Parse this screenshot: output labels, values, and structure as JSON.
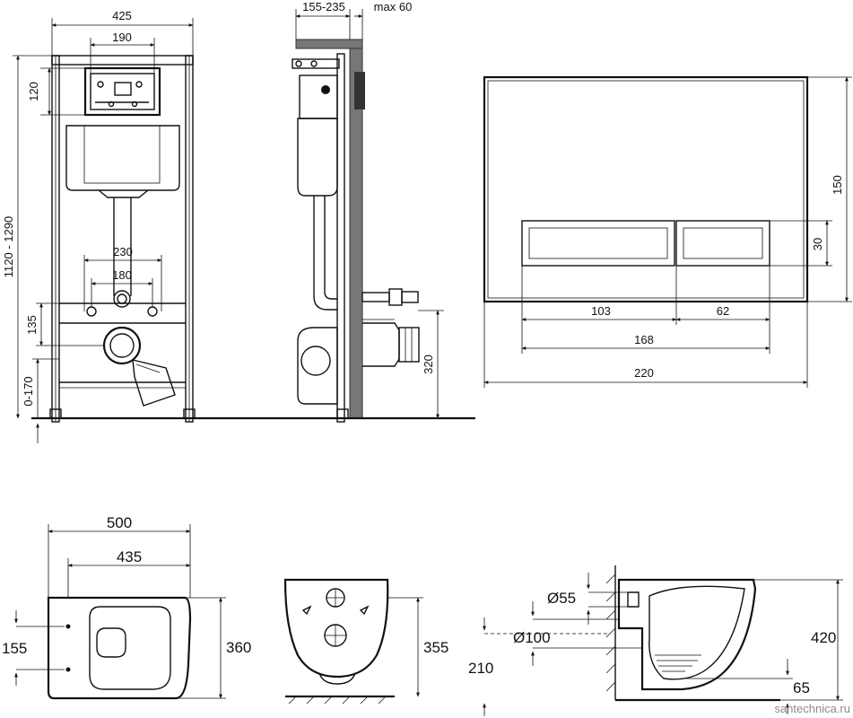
{
  "frame_front": {
    "width_outer": "425",
    "width_plate": "190",
    "plate_height": "120",
    "height_range": "1120 - 1290",
    "bolt_outer": "230",
    "bolt_inner": "180",
    "drain_offset": "135",
    "foot_adjust": "0-170"
  },
  "frame_side": {
    "depth_range": "155-235",
    "wall_max": "max 60",
    "outlet_height": "320"
  },
  "flush_plate": {
    "height": "150",
    "button_height": "30",
    "button_left": "103",
    "button_right": "62",
    "buttons_total": "168",
    "width": "220"
  },
  "bowl_top": {
    "length": "500",
    "length_inner": "435",
    "bolt_spacing": "155",
    "width": "360"
  },
  "bowl_back": {
    "height": "355"
  },
  "bowl_side": {
    "inlet": "Ø55",
    "outlet": "Ø100",
    "outlet_height": "210",
    "height": "420",
    "seal": "65"
  },
  "watermark": "santechnica.ru"
}
